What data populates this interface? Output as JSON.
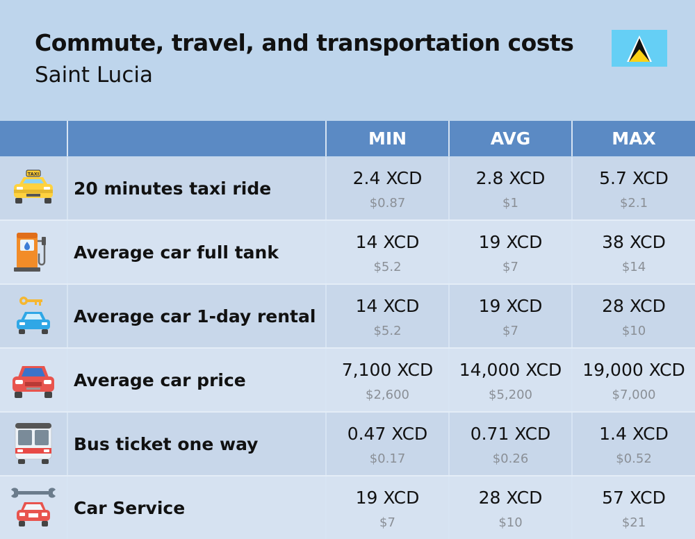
{
  "header": {
    "title": "Commute, travel, and transportation costs",
    "subtitle": "Saint Lucia"
  },
  "flag": {
    "name": "saint-lucia-flag-icon",
    "colors": {
      "field": "#65cff5",
      "white": "#ffffff",
      "black": "#111111",
      "gold": "#fcd116"
    }
  },
  "table": {
    "columns": [
      "",
      "",
      "MIN",
      "AVG",
      "MAX"
    ],
    "rows": [
      {
        "icon": "taxi-icon",
        "label": "20 minutes taxi ride",
        "min": "2.4 XCD",
        "min_usd": "$0.87",
        "avg": "2.8 XCD",
        "avg_usd": "$1",
        "max": "5.7 XCD",
        "max_usd": "$2.1"
      },
      {
        "icon": "fuel-pump-icon",
        "label": "Average car full tank",
        "min": "14 XCD",
        "min_usd": "$5.2",
        "avg": "19 XCD",
        "avg_usd": "$7",
        "max": "38 XCD",
        "max_usd": "$14"
      },
      {
        "icon": "car-key-icon",
        "label": "Average car 1-day rental",
        "min": "14 XCD",
        "min_usd": "$5.2",
        "avg": "19 XCD",
        "avg_usd": "$7",
        "max": "28 XCD",
        "max_usd": "$10"
      },
      {
        "icon": "car-icon",
        "label": "Average car price",
        "min": "7,100 XCD",
        "min_usd": "$2,600",
        "avg": "14,000 XCD",
        "avg_usd": "$5,200",
        "max": "19,000 XCD",
        "max_usd": "$7,000"
      },
      {
        "icon": "bus-icon",
        "label": "Bus ticket one way",
        "min": "0.47 XCD",
        "min_usd": "$0.17",
        "avg": "0.71 XCD",
        "avg_usd": "$0.26",
        "max": "1.4 XCD",
        "max_usd": "$0.52"
      },
      {
        "icon": "car-service-icon",
        "label": "Car Service",
        "min": "19 XCD",
        "min_usd": "$7",
        "avg": "28 XCD",
        "avg_usd": "$10",
        "max": "57 XCD",
        "max_usd": "$21"
      }
    ]
  },
  "colors": {
    "background": "#bed5ec",
    "header_row": "#5b8ac4",
    "row_light": "#d6e2f1",
    "row_dark": "#c8d7ea",
    "usd_text": "#8a8f96"
  }
}
